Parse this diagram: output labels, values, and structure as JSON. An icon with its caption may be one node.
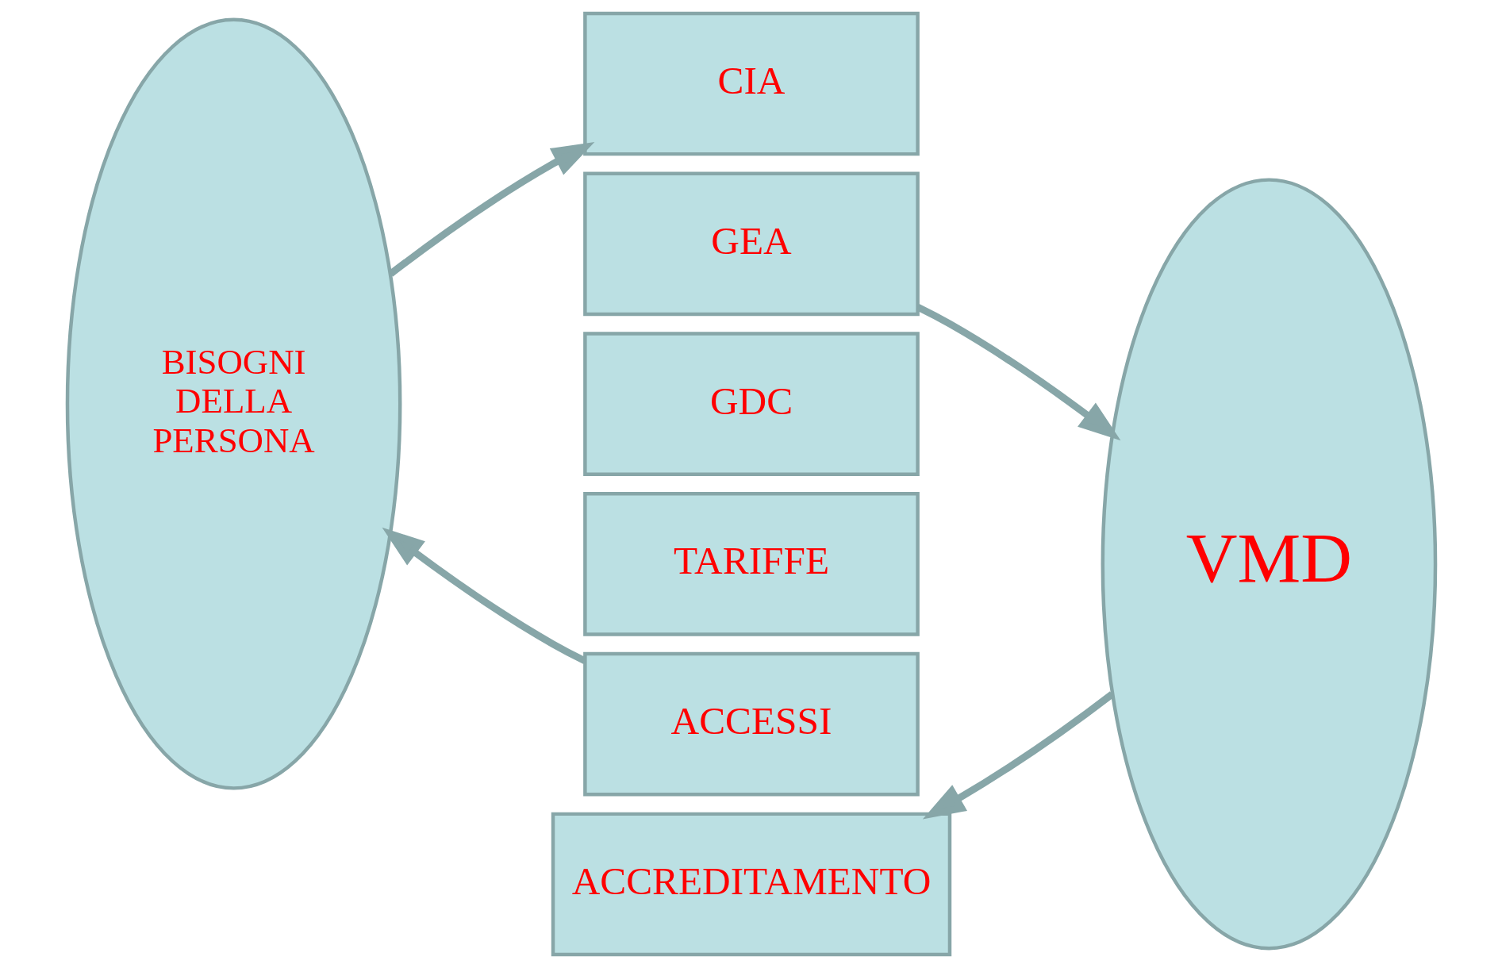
{
  "diagram": {
    "nodes": [
      {
        "text": [
          "BISOGNI DELLA PERSONA"
        ]
      },
      {
        "text": [
          "CIA"
        ]
      },
      {
        "text": [
          "GEA"
        ]
      },
      {
        "text": [
          "GDC"
        ]
      },
      {
        "text": [
          "TARIFFE"
        ]
      },
      {
        "text": [
          "ACCESSI"
        ]
      },
      {
        "text": [
          "ACCREDITAMENTO"
        ]
      },
      {
        "text": [
          "VMD"
        ]
      }
    ],
    "edges": [
      {
        "from": 0,
        "to": 1,
        "arrow": "to"
      },
      {
        "from": 2,
        "to": 7,
        "arrow": "to"
      },
      {
        "from": 7,
        "to": 6,
        "arrow": "to"
      },
      {
        "from": 5,
        "to": 0,
        "arrow": "to"
      }
    ]
  }
}
